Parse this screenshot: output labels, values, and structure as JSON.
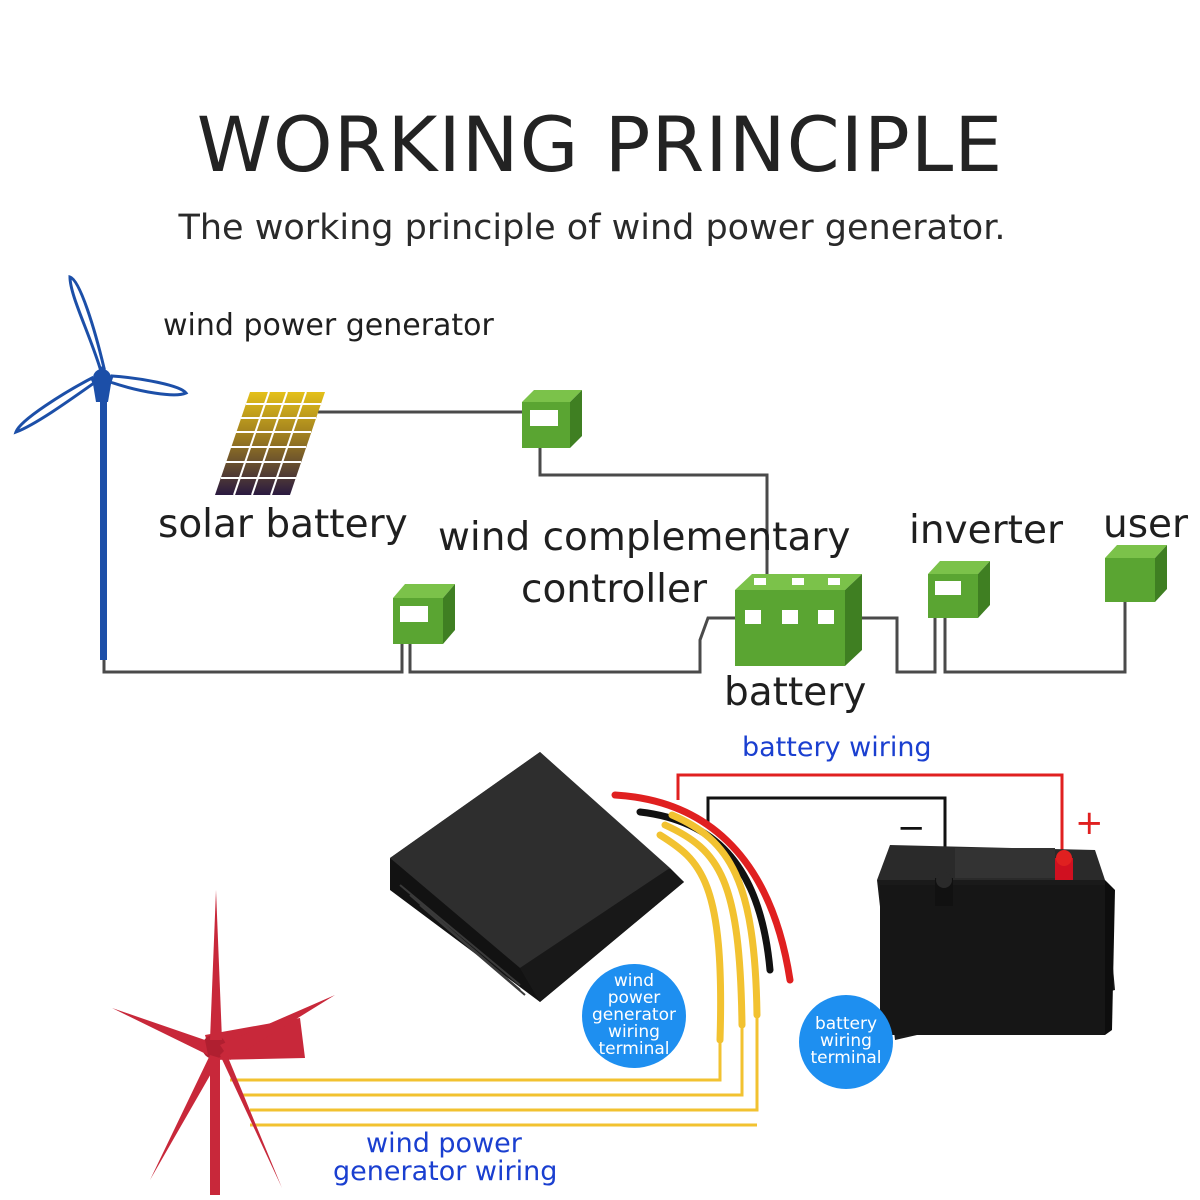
{
  "header": {
    "title": "WORKING PRINCIPLE",
    "subtitle": "The working principle of wind power generator."
  },
  "diagram": {
    "wind_power_generator": "wind power generator",
    "solar_battery": "solar battery",
    "controller_line1": "wind complementary",
    "controller_line2": "controller",
    "inverter": "inverter",
    "user": "user",
    "battery": "battery"
  },
  "wiring": {
    "battery_wiring": "battery wiring",
    "minus": "−",
    "plus": "+",
    "generator_terminal": [
      "wind",
      "power",
      "generator",
      "wiring",
      "terminal"
    ],
    "battery_terminal": [
      "battery",
      "wiring",
      "terminal"
    ],
    "generator_wiring_line1": "wind power",
    "generator_wiring_line2": "generator wiring"
  },
  "colors": {
    "box_green": "#5aa532",
    "wire_gray": "#4a4a4a",
    "turbine_blue": "#1c4fa8",
    "label_blue": "#1a3fd0",
    "circle_blue": "#1e8ff0",
    "turbine_red": "#c8283a",
    "wire_red": "#e02020",
    "wire_yellow": "#f2c230"
  }
}
